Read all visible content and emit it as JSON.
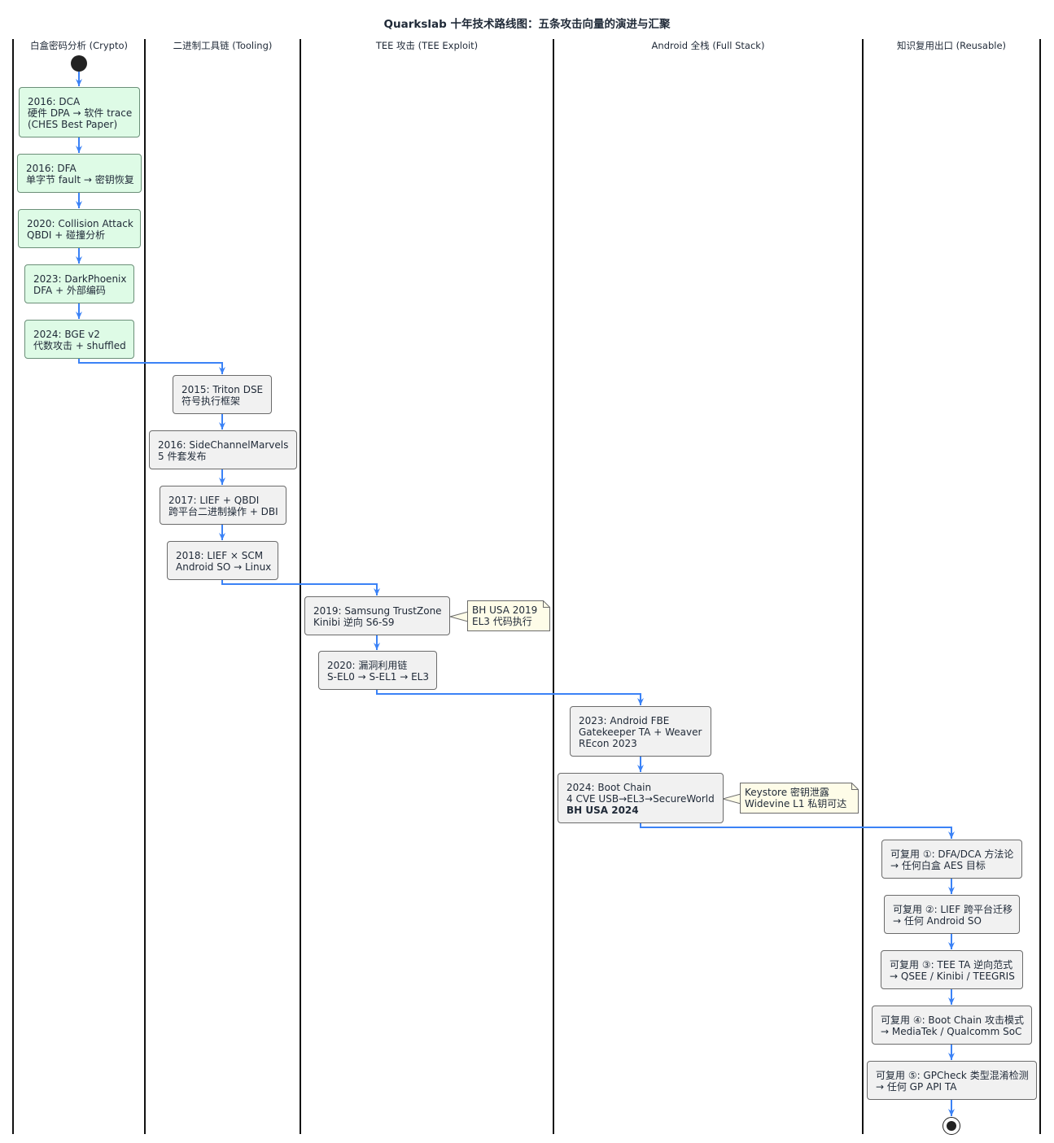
{
  "diagram": {
    "title": "Quarkslab 十年技术路线图：五条攻击向量的演进与汇聚",
    "lanes": [
      "白盒密码分析 (Crypto)",
      "二进制工具链 (Tooling)",
      "TEE 攻击 (TEE Exploit)",
      "Android 全栈 (Full Stack)",
      "知识复用出口 (Reusable)"
    ],
    "nodes": {
      "dca": [
        "2016: DCA",
        "硬件 DPA → 软件 trace",
        "(CHES Best Paper)"
      ],
      "dfa": [
        "2016: DFA",
        "单字节 fault → 密钥恢复"
      ],
      "collision": [
        "2020: Collision Attack",
        "QBDI + 碰撞分析"
      ],
      "darkphoenix": [
        "2023: DarkPhoenix",
        "DFA + 外部编码"
      ],
      "bge": [
        "2024: BGE v2",
        "代数攻击 + shuffled"
      ],
      "triton": [
        "2015: Triton DSE",
        "符号执行框架"
      ],
      "scm": [
        "2016: SideChannelMarvels",
        "5 件套发布"
      ],
      "lief": [
        "2017: LIEF + QBDI",
        "跨平台二进制操作 + DBI"
      ],
      "lief_scm": [
        "2018: LIEF × SCM",
        "Android SO → Linux"
      ],
      "trustzone": [
        "2019: Samsung TrustZone",
        "Kinibi 逆向 S6-S9"
      ],
      "exploit_chain": [
        "2020: 漏洞利用链",
        "S-EL0 → S-EL1 → EL3"
      ],
      "fbe": [
        "2023: Android FBE",
        "Gatekeeper TA + Weaver",
        "REcon 2023"
      ],
      "bootchain": [
        "2024: Boot Chain",
        "4 CVE USB→EL3→SecureWorld",
        "BH USA 2024"
      ],
      "reuse1": [
        "可复用 ①: DFA/DCA 方法论",
        "→ 任何白盒 AES 目标"
      ],
      "reuse2": [
        "可复用 ②: LIEF 跨平台迁移",
        "→ 任何 Android SO"
      ],
      "reuse3": [
        "可复用 ③: TEE TA 逆向范式",
        "→ QSEE / Kinibi / TEEGRIS"
      ],
      "reuse4": [
        "可复用 ④: Boot Chain 攻击模式",
        "→ MediaTek / Qualcomm SoC"
      ],
      "reuse5": [
        "可复用 ⑤: GPCheck 类型混淆检测",
        "→ 任何 GP API TA"
      ]
    },
    "notes": {
      "trustzone_note": [
        "BH USA 2019",
        "EL3 代码执行"
      ],
      "bootchain_note": [
        "Keystore 密钥泄露",
        "Widevine L1 私钥可达"
      ]
    },
    "colors": {
      "arrow": "#3b82f6",
      "crypto_node_fill": "#defbe6",
      "node_fill": "#f1f1f1",
      "note_fill": "#fefce8"
    }
  }
}
